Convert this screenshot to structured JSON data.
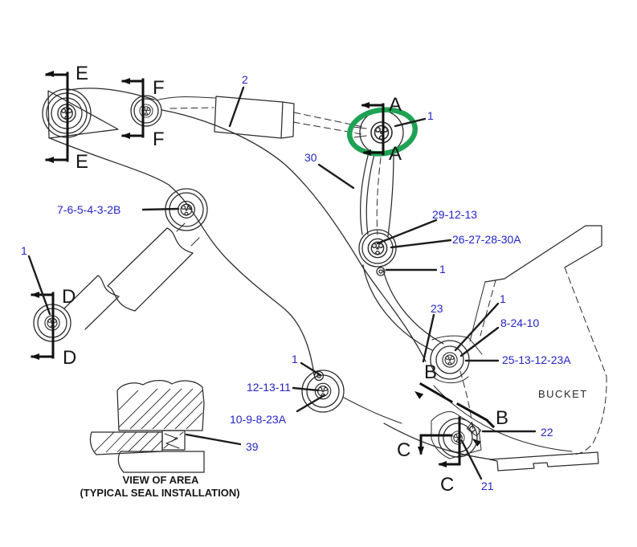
{
  "colors": {
    "background": "#ffffff",
    "line_art": "#2b2b2b",
    "callout_blue": "#2424c8",
    "highlight_green": "#1fa254"
  },
  "section_views": {
    "a": "A",
    "b": "B",
    "c": "C",
    "d": "D",
    "e": "E",
    "f": "F"
  },
  "callouts": {
    "qty_one": "1",
    "tilt_cylinder": "2",
    "bucket_lower_pin": "21",
    "bucket_lower_retainer": "22",
    "bucket_link_pin": "23",
    "tilt_link": "30",
    "seal": "39",
    "boom_cylinder_pin_group": "7-6-5-4-3-2B",
    "lever_pin_group": "29-12-13",
    "lever_bearing_group": "26-27-28-30A",
    "bucket_upper_group": "8-24-10",
    "bucket_upper_pin_group": "25-13-12-23A",
    "boom_nose_group": "12-13-11",
    "boom_nose_seal_group": "10-9-8-23A"
  },
  "notes": {
    "bucket": "BUCKET",
    "view_title": "VIEW OF AREA",
    "view_subtitle": "(TYPICAL SEAL INSTALLATION)"
  }
}
